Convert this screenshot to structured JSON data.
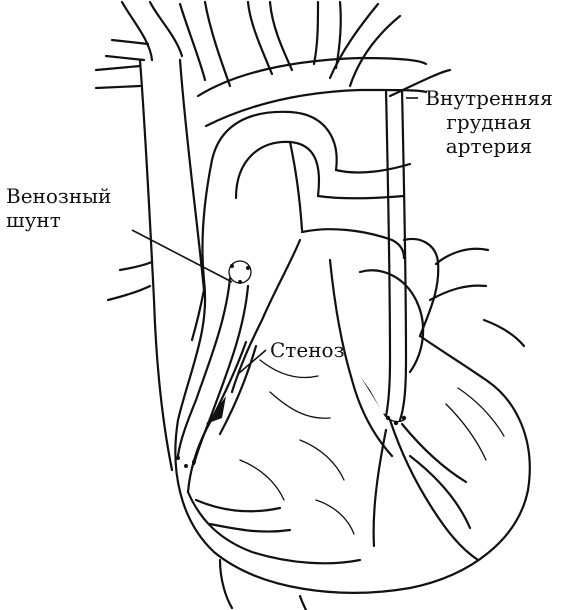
{
  "labels": {
    "vein_graft": [
      "Венозный",
      "шунт"
    ],
    "internal_thoracic_artery": [
      "Внутренняя",
      "грудная",
      "артерия"
    ],
    "stenosis": "Стеноз"
  }
}
